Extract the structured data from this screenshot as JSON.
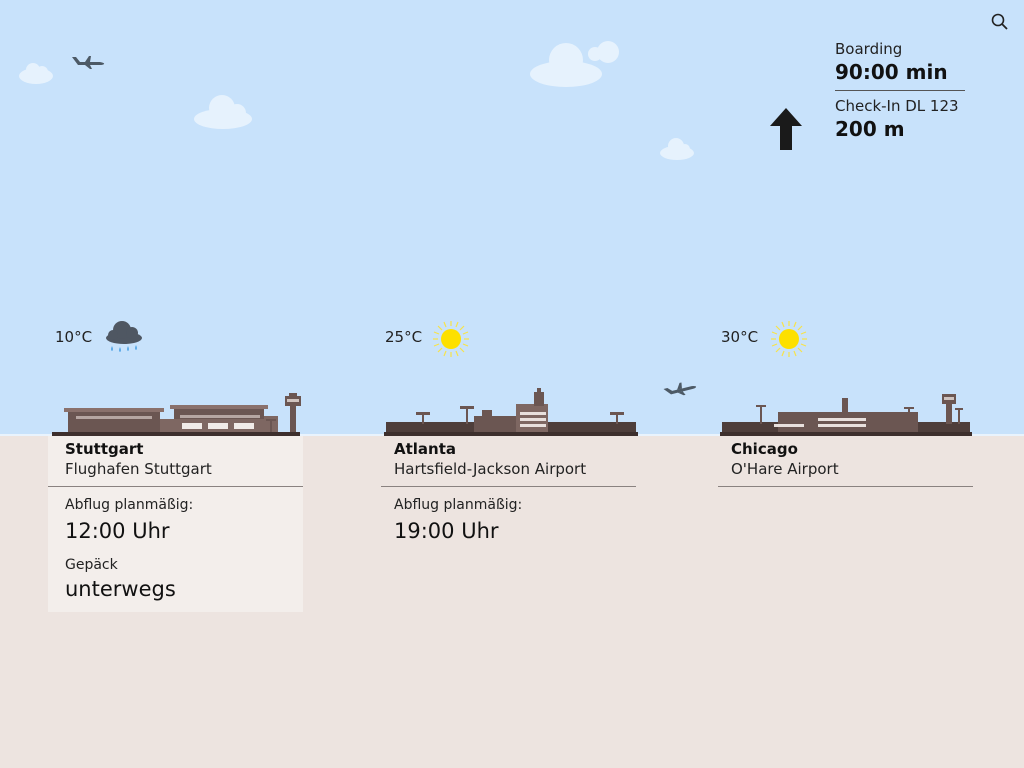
{
  "status": {
    "boarding_label": "Boarding",
    "boarding_value": "90:00 min",
    "checkin_label": "Check-In DL 123",
    "checkin_value": "200 m"
  },
  "airports": [
    {
      "temperature": "10°C",
      "weather_icon": "rain-cloud-icon",
      "city": "Stuttgart",
      "airport": "Flughafen Stuttgart",
      "departure_label": "Abflug planmäßig:",
      "departure_time": "12:00 Uhr",
      "baggage_label": "Gepäck",
      "baggage_status": "unterwegs"
    },
    {
      "temperature": "25°C",
      "weather_icon": "sun-icon",
      "city": "Atlanta",
      "airport": "Hartsfield-Jackson Airport",
      "departure_label": "Abflug planmäßig:",
      "departure_time": "19:00 Uhr"
    },
    {
      "temperature": "30°C",
      "weather_icon": "sun-icon",
      "city": "Chicago",
      "airport": "O'Hare Airport"
    }
  ],
  "colors": {
    "sky": "#c8e2fb",
    "ground": "#ede4e0",
    "building": "#6b5652",
    "sun": "#fde000",
    "rain": "#5aa9e6"
  }
}
